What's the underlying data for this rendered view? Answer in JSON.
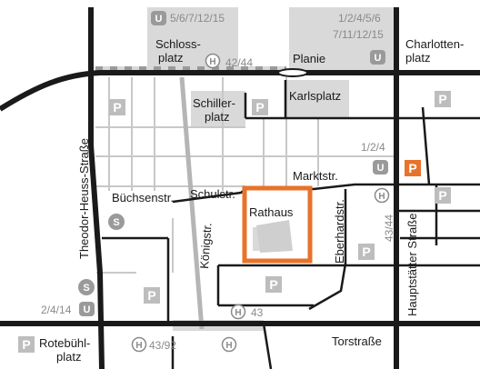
{
  "colors": {
    "major_road": "#1a1a1a",
    "minor_road": "#c8c8c8",
    "koenigstr": "#b5b5b5",
    "square_fill": "#d9d9d9",
    "parking_gray": "#bdbdbd",
    "parking_highlight": "#e8722a",
    "rathaus_outline": "#e8722a",
    "stop_text": "#8a8a8a"
  },
  "icons": {
    "ubahn": "U-icon",
    "sbahn": "S-icon",
    "bus": "H-icon",
    "parking": "P-icon"
  },
  "streets": {
    "theodor_heuss": "Theodor-Heuss-Straße",
    "buechsenstr": "Büchsenstr.",
    "schulstr": "Schulstr.",
    "koenigstr": "Königstr.",
    "marktstr": "Marktstr.",
    "eberhardstr": "Eberhardstr.",
    "hauptstaetter": "Hauptstätter Straße",
    "torstrasse": "Torstraße",
    "planie": "Planie"
  },
  "places": {
    "schlossplatz_1": "Schloss-",
    "schlossplatz_2": "platz",
    "schillerplatz_1": "Schiller-",
    "schillerplatz_2": "platz",
    "karlsplatz": "Karlsplatz",
    "charlottenplatz_1": "Charlotten-",
    "charlottenplatz_2": "platz",
    "rotebuehlplatz_1": "Rotebühl-",
    "rotebuehlplatz_2": "platz",
    "rathaus": "Rathaus"
  },
  "stops": {
    "schlossplatz_u": "5/6/7/12/15",
    "schlossplatz_bus": "42/44",
    "charlottenplatz_u_1": "1/2/4/5/6",
    "charlottenplatz_u_2": "7/11/12/15",
    "rathaus_u": "1/2/4",
    "eberhard_bus": "43/44",
    "koenig_bus": "43",
    "rotebuehl_u": "2/4/14",
    "rotebuehl_bus": "43/92"
  },
  "symbols": {
    "u": "U",
    "s": "S",
    "h": "H",
    "p": "P"
  }
}
